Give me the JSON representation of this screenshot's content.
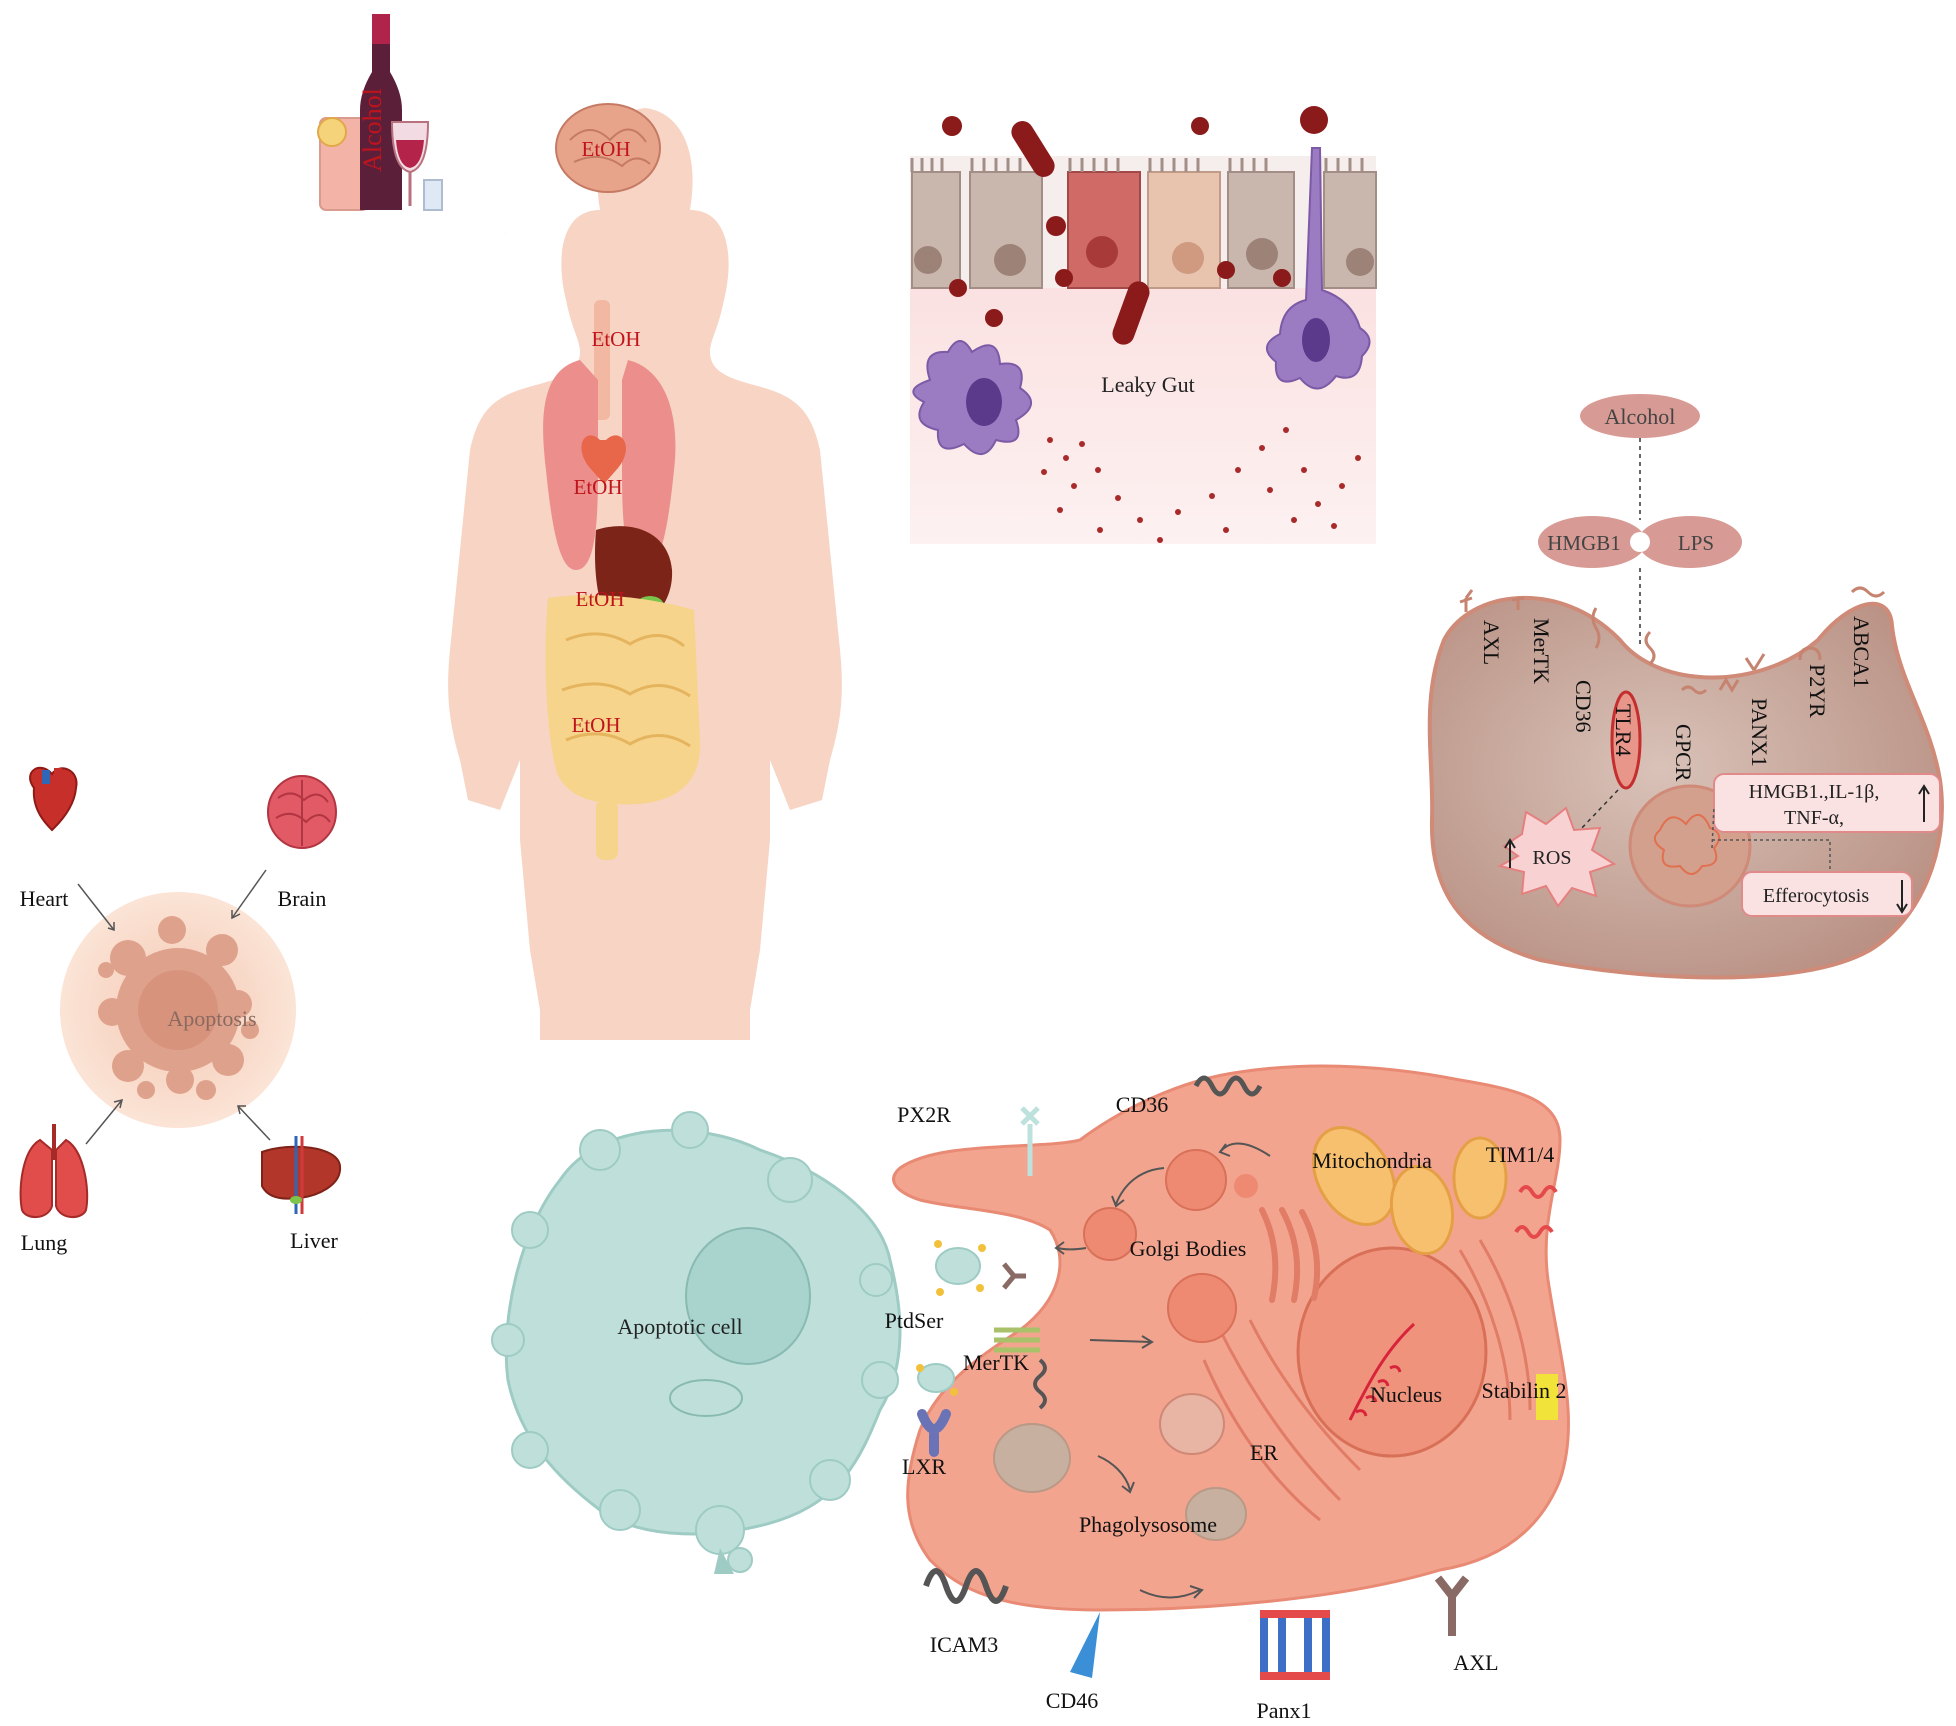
{
  "body": {
    "etoh_labels": [
      "EtOH",
      "EtOH",
      "EtOH",
      "EtOH",
      "EtOH"
    ],
    "bottle_label": "Alcohol"
  },
  "organs": {
    "heart": "Heart",
    "brain": "Brain",
    "lung": "Lung",
    "liver": "Liver",
    "center": "Apoptosis"
  },
  "gut": {
    "label": "Leaky Gut"
  },
  "macrophage": {
    "alcohol": "Alcohol",
    "hmgb1": "HMGB1",
    "lps": "LPS",
    "receptors": {
      "axl": "AXL",
      "mertk": "MerTK",
      "cd36": "CD36",
      "tlr4": "TLR4",
      "gpcr": "GPCR",
      "panx1": "PANX1",
      "p2yr": "P2YR",
      "abca1": "ABCA1"
    },
    "ros": "ROS",
    "cytokines_line1": "HMGB1.,IL-1β,",
    "cytokines_line2": "TNF-α,",
    "efferocytosis": "Efferocytosis"
  },
  "efferocytosis_cell": {
    "apoptotic_cell": "Apoptotic cell",
    "px2r": "PX2R",
    "cd36": "CD36",
    "mitochondria": "Mitochondria",
    "tim": "TIM1/4",
    "golgi": "Golgi Bodies",
    "ptdser": "PtdSer",
    "mertk": "MerTK",
    "nucleus": "Nucleus",
    "stabilin": "Stabilin 2",
    "lxr": "LXR",
    "er": "ER",
    "phagolysosome": "Phagolysosome",
    "icam3": "ICAM3",
    "cd46": "CD46",
    "panx1": "Panx1",
    "axl": "AXL"
  },
  "colors": {
    "arrow": "#f3a7a7",
    "gut_pink": "#f8d8d8",
    "macrophage": "#c9aaa0",
    "macrophage_edge": "#cf8a78",
    "cell_salmon": "#f3a48f",
    "apoptotic_teal": "#bfe0da",
    "label_red": "#c0141c"
  }
}
